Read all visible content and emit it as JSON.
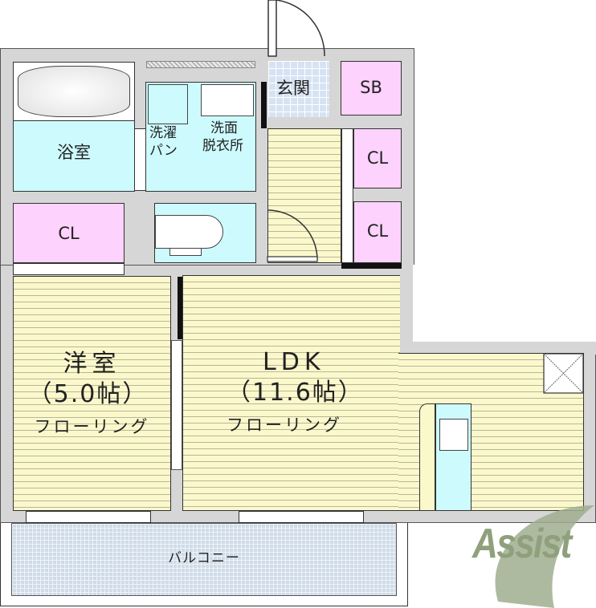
{
  "rooms": {
    "bathroom": {
      "label": "浴室"
    },
    "laundry_pan": {
      "label_line1": "洗濯",
      "label_line2": "パン"
    },
    "washroom": {
      "label_line1": "洗面",
      "label_line2": "脱衣所"
    },
    "entrance": {
      "label": "玄関"
    },
    "shoe_box": {
      "label": "SB"
    },
    "closet_bedroom": {
      "label": "CL"
    },
    "closet_hall_1": {
      "label": "CL"
    },
    "closet_hall_2": {
      "label": "CL"
    },
    "western_room": {
      "label": "洋室",
      "size": "（5.0帖）",
      "flooring": "フローリング"
    },
    "ldk": {
      "label": "LDK",
      "size": "（11.6帖）",
      "flooring": "フローリング"
    },
    "balcony": {
      "label": "バルコニー"
    }
  },
  "watermark": {
    "text": "Assist",
    "color": "#8fa07c"
  },
  "colors": {
    "wall": "#d6d6d6",
    "flooring": "#fbf8cc",
    "wet_area": "#cdfbfd",
    "closet": "#fdd2fd",
    "entrance_tile": "#d6e3f3"
  }
}
